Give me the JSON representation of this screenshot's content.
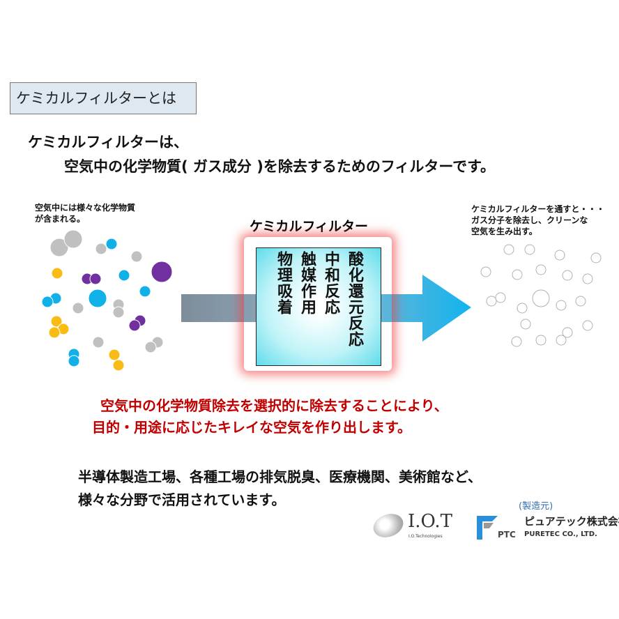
{
  "title": "ケミカルフィルターとは",
  "heading": {
    "line1": "ケミカルフィルターは、",
    "line2": "空気中の化学物質( ガス成分 )を除去するためのフィルターです。"
  },
  "left_note": {
    "line1": "空気中には様々な化学物質",
    "line2": "が含まれる。"
  },
  "right_note": {
    "line1": "ケミカルフィルターを通すと・・・",
    "line2": "ガス分子を除去し、クリーンな",
    "line3": "空気を生み出す。"
  },
  "filter": {
    "label": "ケミカルフィルター",
    "functions": [
      "酸化還元反応",
      "中和反応",
      "触媒作用",
      "物理吸着"
    ]
  },
  "red_text": {
    "line1": "空気中の化学物質除去を選択的に除去することにより、",
    "line2": "目的・用途に応じたキレイな空気を作り出します。"
  },
  "uses": {
    "line1": "半導体製造工場、各種工場の排気脱臭、医療機関、美術館など、",
    "line2": "様々な分野で活用されています。"
  },
  "logos": {
    "iot": "I.O.T",
    "iot_sub": "I.O.Technologies",
    "maker_label": "(製造元)",
    "ptc": "PTC",
    "company_jp": "ピュアテック株式会社",
    "company_en": "PURETEC CO., LTD."
  },
  "colors": {
    "gray": "#c0c0c0",
    "blue": "#10b0e8",
    "yellow": "#f8bc14",
    "purple": "#7030a0",
    "red": "#c00000"
  }
}
